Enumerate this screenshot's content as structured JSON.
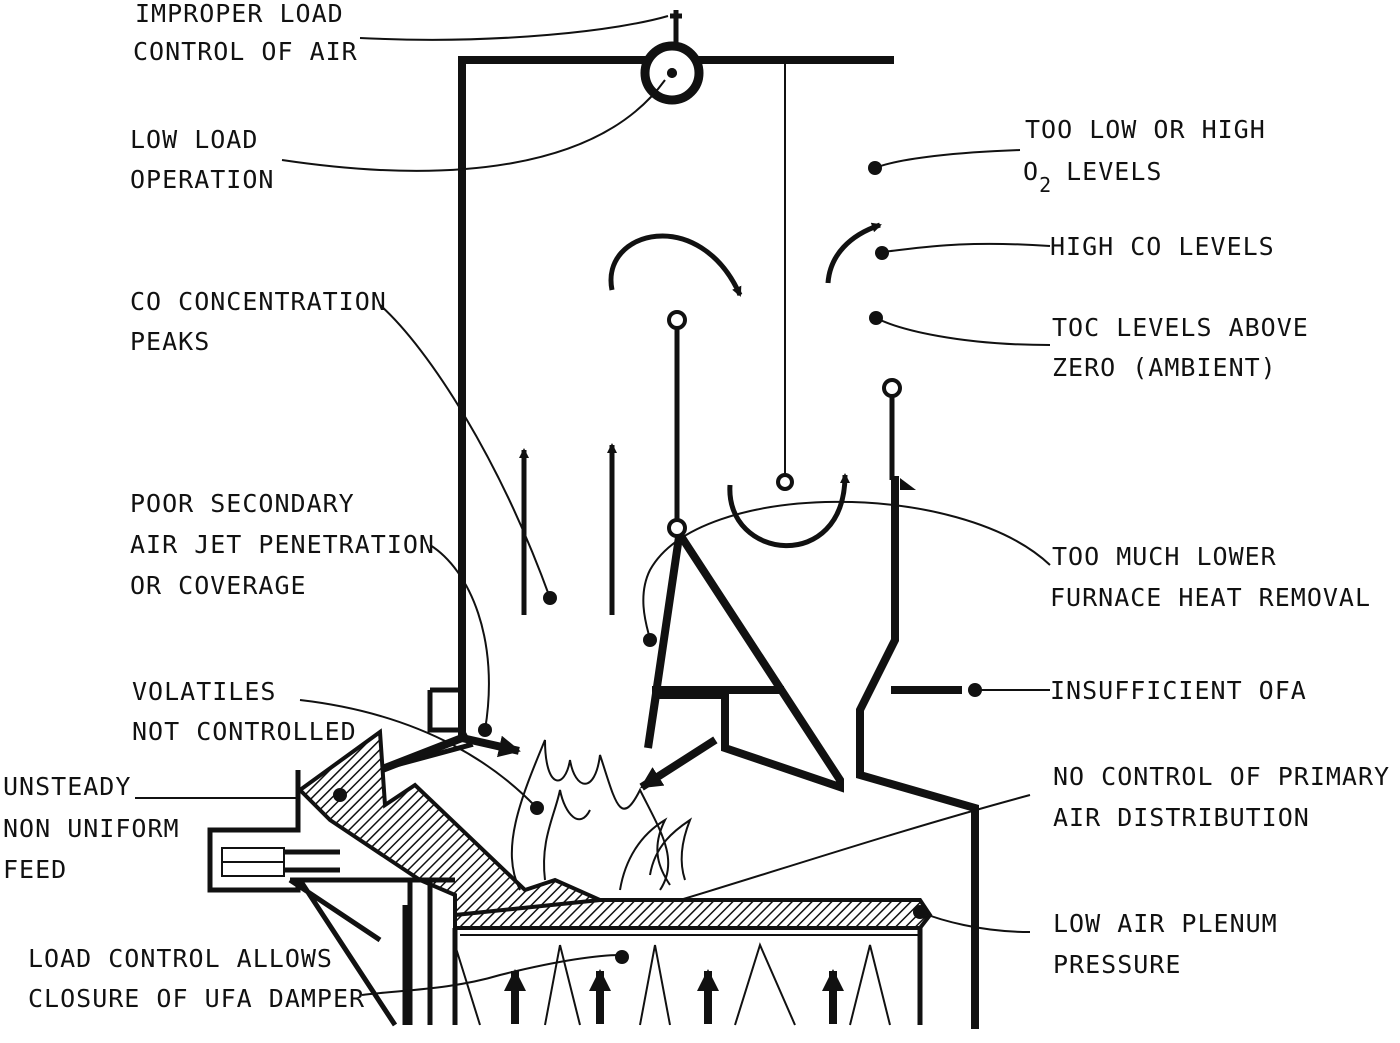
{
  "labels": {
    "improper_load_1": "IMPROPER LOAD",
    "improper_load_2": "CONTROL OF AIR",
    "low_load_1": "LOW LOAD",
    "low_load_2": "OPERATION",
    "co_peaks_1": "CO CONCENTRATION",
    "co_peaks_2": "PEAKS",
    "secondary_air_1": "POOR SECONDARY",
    "secondary_air_2": "AIR JET PENETRATION",
    "secondary_air_3": "OR COVERAGE",
    "volatiles_1": "VOLATILES",
    "volatiles_2": "NOT CONTROLLED",
    "unsteady_1": "UNSTEADY",
    "unsteady_2": "NON UNIFORM",
    "unsteady_3": "FEED",
    "load_control_1": "LOAD CONTROL ALLOWS",
    "load_control_2": "CLOSURE OF UFA DAMPER",
    "o2_1": "TOO LOW OR HIGH",
    "o2_2a": "O",
    "o2_2sub": "2",
    "o2_2b": "LEVELS",
    "high_co": "HIGH CO LEVELS",
    "toc_1": "TOC LEVELS ABOVE",
    "toc_2": "ZERO (AMBIENT)",
    "heat_removal_1": "TOO MUCH LOWER",
    "heat_removal_2": "FURNACE HEAT REMOVAL",
    "ofa": "INSUFFICIENT OFA",
    "primary_air_1": "NO CONTROL OF PRIMARY",
    "primary_air_2": "AIR DISTRIBUTION",
    "plenum_1": "LOW AIR PLENUM",
    "plenum_2": "PRESSURE"
  }
}
